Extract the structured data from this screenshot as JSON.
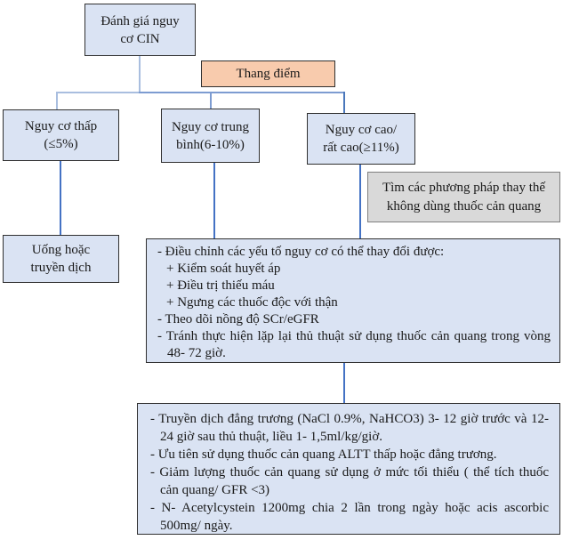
{
  "palette": {
    "box_blue_fill": "#dae3f3",
    "box_orange_fill": "#f8cbad",
    "box_gray_fill": "#d9d9d9",
    "box_border_dark": "#303030",
    "box_border_gray": "#7f7f7f",
    "connector_light_blue": "#a9bedf",
    "connector_medium_blue": "#7d9cd1",
    "connector_dark_blue": "#4472c4",
    "text_color": "#1a1a1a"
  },
  "flowchart": {
    "assessment": "Đánh giá nguy\ncơ CIN",
    "score_label": "Thang điểm",
    "risk_low": "Nguy cơ thấp\n(≤5%)",
    "risk_medium": "Nguy cơ trung\nbình(6-10%)",
    "risk_high": "Nguy cơ cao/\nrất cao(≥11%)",
    "alternative_note": "Tìm các phương pháp thay thế\nkhông dùng thuốc cản quang",
    "low_risk_action": "Uống hoặc\ntruyền dịch",
    "adjust_items": [
      {
        "indent": 0,
        "text": "- Điều chỉnh các yếu tố nguy cơ có thể thay đổi được:"
      },
      {
        "indent": 1,
        "text": "+ Kiểm soát huyết áp"
      },
      {
        "indent": 1,
        "text": "+ Điều trị thiếu máu"
      },
      {
        "indent": 1,
        "text": "+ Ngưng các thuốc độc với thận"
      },
      {
        "indent": 0,
        "text": "- Theo dõi nồng độ SCr/eGFR"
      },
      {
        "indent": 0,
        "text": "- Tránh thực hiện lặp lại thủ thuật sử dụng thuốc cản quang trong vòng 48- 72 giờ."
      }
    ],
    "hydration_items": [
      {
        "indent": 0,
        "text": "- Truyền dịch đẳng trương (NaCl 0.9%, NaHCO3) 3- 12 giờ trước và 12-24 giờ sau thủ thuật, liều 1- 1,5ml/kg/giờ."
      },
      {
        "indent": 0,
        "text": "- Ưu tiên sử dụng thuốc cản quang ALTT thấp hoặc đẳng trương."
      },
      {
        "indent": 0,
        "text": "- Giảm lượng thuốc cản quang sử dụng ở mức tối thiểu ( thể tích thuốc cản quang/ GFR <3)"
      },
      {
        "indent": 0,
        "text": "- N- Acetylcystein 1200mg chia 2 lần trong ngày hoặc acis ascorbic 500mg/ ngày."
      }
    ]
  }
}
